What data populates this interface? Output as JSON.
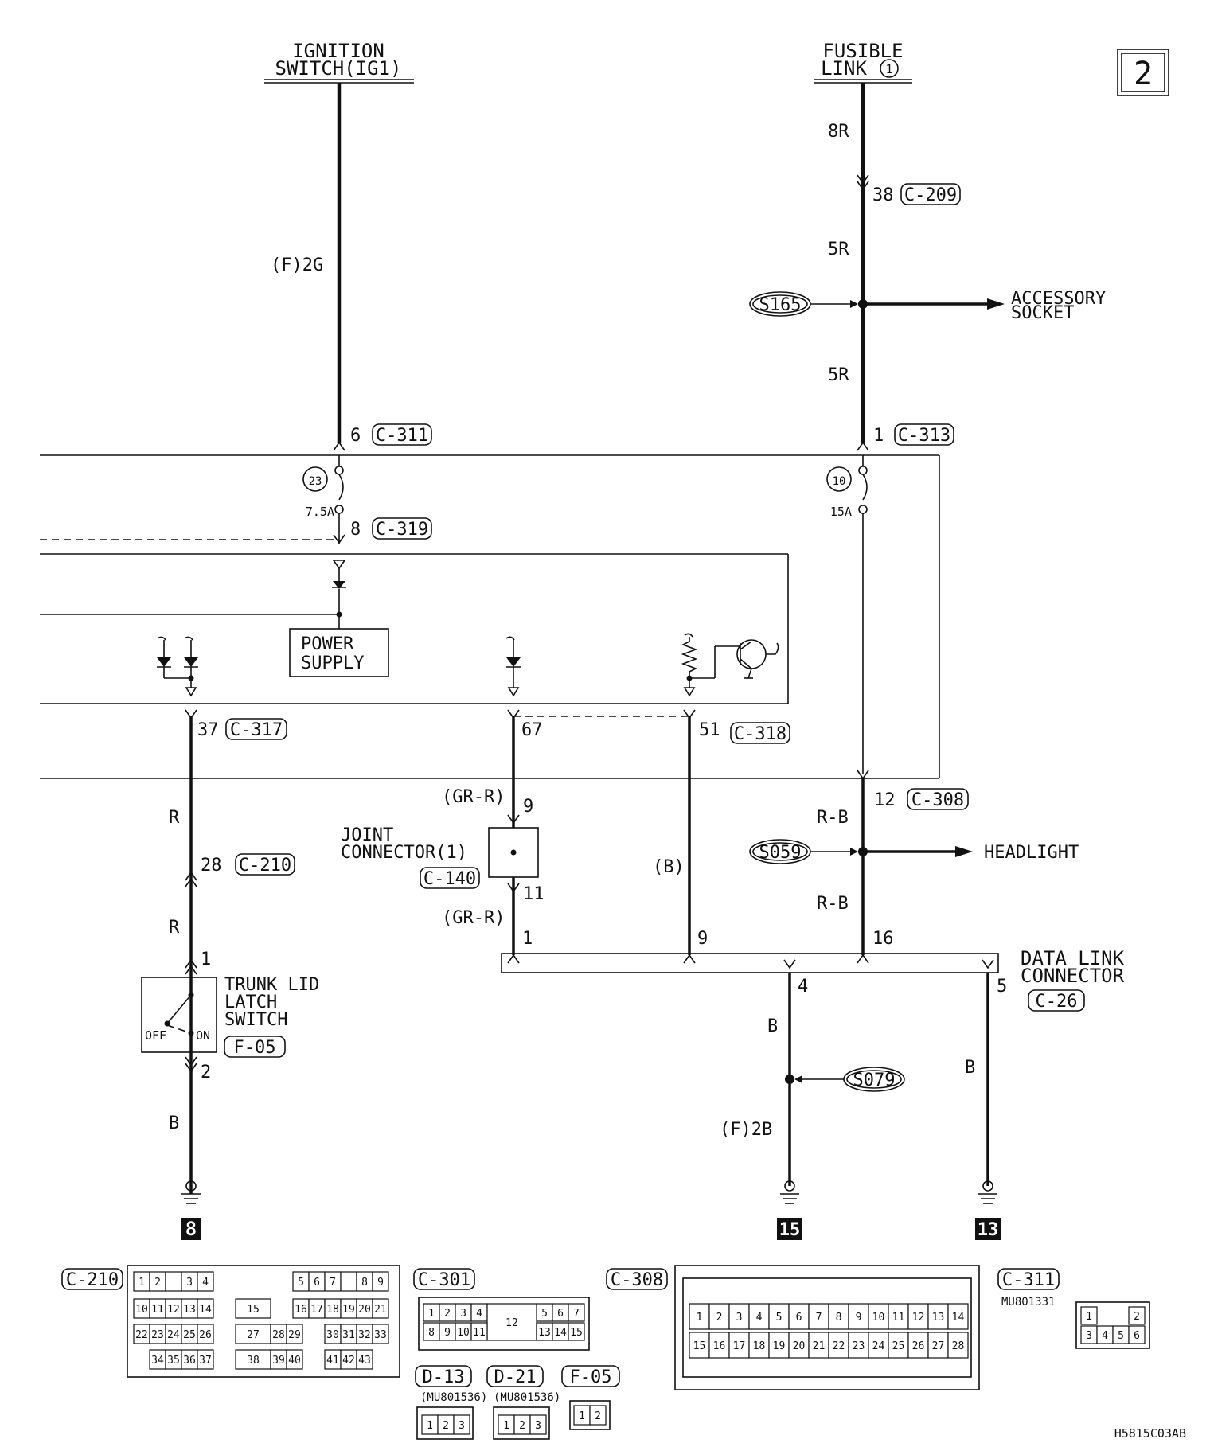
{
  "page_number": "2",
  "sources": {
    "ignition_switch": [
      "IGNITION",
      "SWITCH(IG1)"
    ],
    "fusible_link": [
      "FUSIBLE",
      "LINK"
    ],
    "fusible_link_num": "1"
  },
  "wires": {
    "ig_wire": "(F)2G",
    "fl_8r": "8R",
    "fl_5r_a": "5R",
    "fl_5r_b": "5R",
    "rb_a": "R-B",
    "rb_b": "R-B",
    "r_a": "R",
    "r_b": "R",
    "b_trunk": "B",
    "grr_a": "(GR-R)",
    "grr_b": "(GR-R)",
    "b_mid": "(B)",
    "b_4": "B",
    "f2b": "(F)2B",
    "b_5": "B"
  },
  "pins": {
    "p38": "38",
    "p6": "6",
    "p1_top": "1",
    "p8": "8",
    "p37": "37",
    "p67": "67",
    "p51": "51",
    "p12": "12",
    "p28": "28",
    "p9_joint": "9",
    "p11": "11",
    "p1_dlc": "1",
    "p9_dlc": "9",
    "p16": "16",
    "p1_trunk": "1",
    "p2_trunk": "2",
    "p4": "4",
    "p5": "5"
  },
  "connectors": {
    "c209": "C-209",
    "c311": "C-311",
    "c313": "C-313",
    "c319": "C-319",
    "c317": "C-317",
    "c318": "C-318",
    "c308": "C-308",
    "c210": "C-210",
    "c140": "C-140",
    "c26": "C-26",
    "f05": "F-05"
  },
  "splices": {
    "s165": "S165",
    "s059": "S059",
    "s079": "S079"
  },
  "destinations": {
    "accessory": [
      "ACCESSORY",
      "SOCKET"
    ],
    "headlight": "HEADLIGHT"
  },
  "fuses": {
    "f23_num": "23",
    "f23_amp": "7.5A",
    "f10_num": "10",
    "f10_amp": "15A"
  },
  "power_supply": [
    "POWER",
    "SUPPLY"
  ],
  "joint_connector": [
    "JOINT",
    "CONNECTOR(1)"
  ],
  "trunk_switch": [
    "TRUNK LID",
    "LATCH",
    "SWITCH"
  ],
  "switch_off": "OFF",
  "switch_on": "ON",
  "data_link": [
    "DATA LINK",
    "CONNECTOR"
  ],
  "grounds": {
    "g8": "8",
    "g15": "15",
    "g13": "13"
  },
  "connector_views": {
    "c210": {
      "label": "C-210",
      "row1": [
        "1",
        "2",
        "",
        "3",
        "4",
        "5",
        "6",
        "7",
        "",
        "8",
        "9"
      ],
      "row2": [
        "10",
        "11",
        "12",
        "13",
        "14",
        "15",
        "16",
        "17",
        "18",
        "19",
        "20",
        "21"
      ],
      "row3": [
        "22",
        "23",
        "24",
        "25",
        "26",
        "27",
        "28",
        "29",
        "30",
        "31",
        "32",
        "33"
      ],
      "row4": [
        "34",
        "35",
        "36",
        "37",
        "38",
        "39",
        "40",
        "41",
        "42",
        "43"
      ]
    },
    "c301": {
      "label": "C-301",
      "row1": [
        "1",
        "2",
        "3",
        "4",
        "5",
        "6",
        "7"
      ],
      "mid": "12",
      "row2": [
        "8",
        "9",
        "10",
        "11",
        "13",
        "14",
        "15"
      ]
    },
    "c308": {
      "label": "C-308",
      "row1": [
        "1",
        "2",
        "3",
        "4",
        "5",
        "6",
        "7",
        "8",
        "9",
        "10",
        "11",
        "12",
        "13",
        "14"
      ],
      "row2": [
        "15",
        "16",
        "17",
        "18",
        "19",
        "20",
        "21",
        "22",
        "23",
        "24",
        "25",
        "26",
        "27",
        "28"
      ]
    },
    "c311": {
      "label": "C-311",
      "part": "MU801331",
      "pins": [
        "1",
        "2",
        "3",
        "4",
        "5",
        "6"
      ]
    },
    "d13": {
      "label": "D-13",
      "part": "(MU801536)",
      "pins": [
        "1",
        "2",
        "3"
      ]
    },
    "d21": {
      "label": "D-21",
      "part": "(MU801536)",
      "pins": [
        "1",
        "2",
        "3"
      ]
    },
    "f05": {
      "label": "F-05",
      "pins": [
        "1",
        "2"
      ]
    }
  },
  "diagram_code": "H5815C03AB"
}
